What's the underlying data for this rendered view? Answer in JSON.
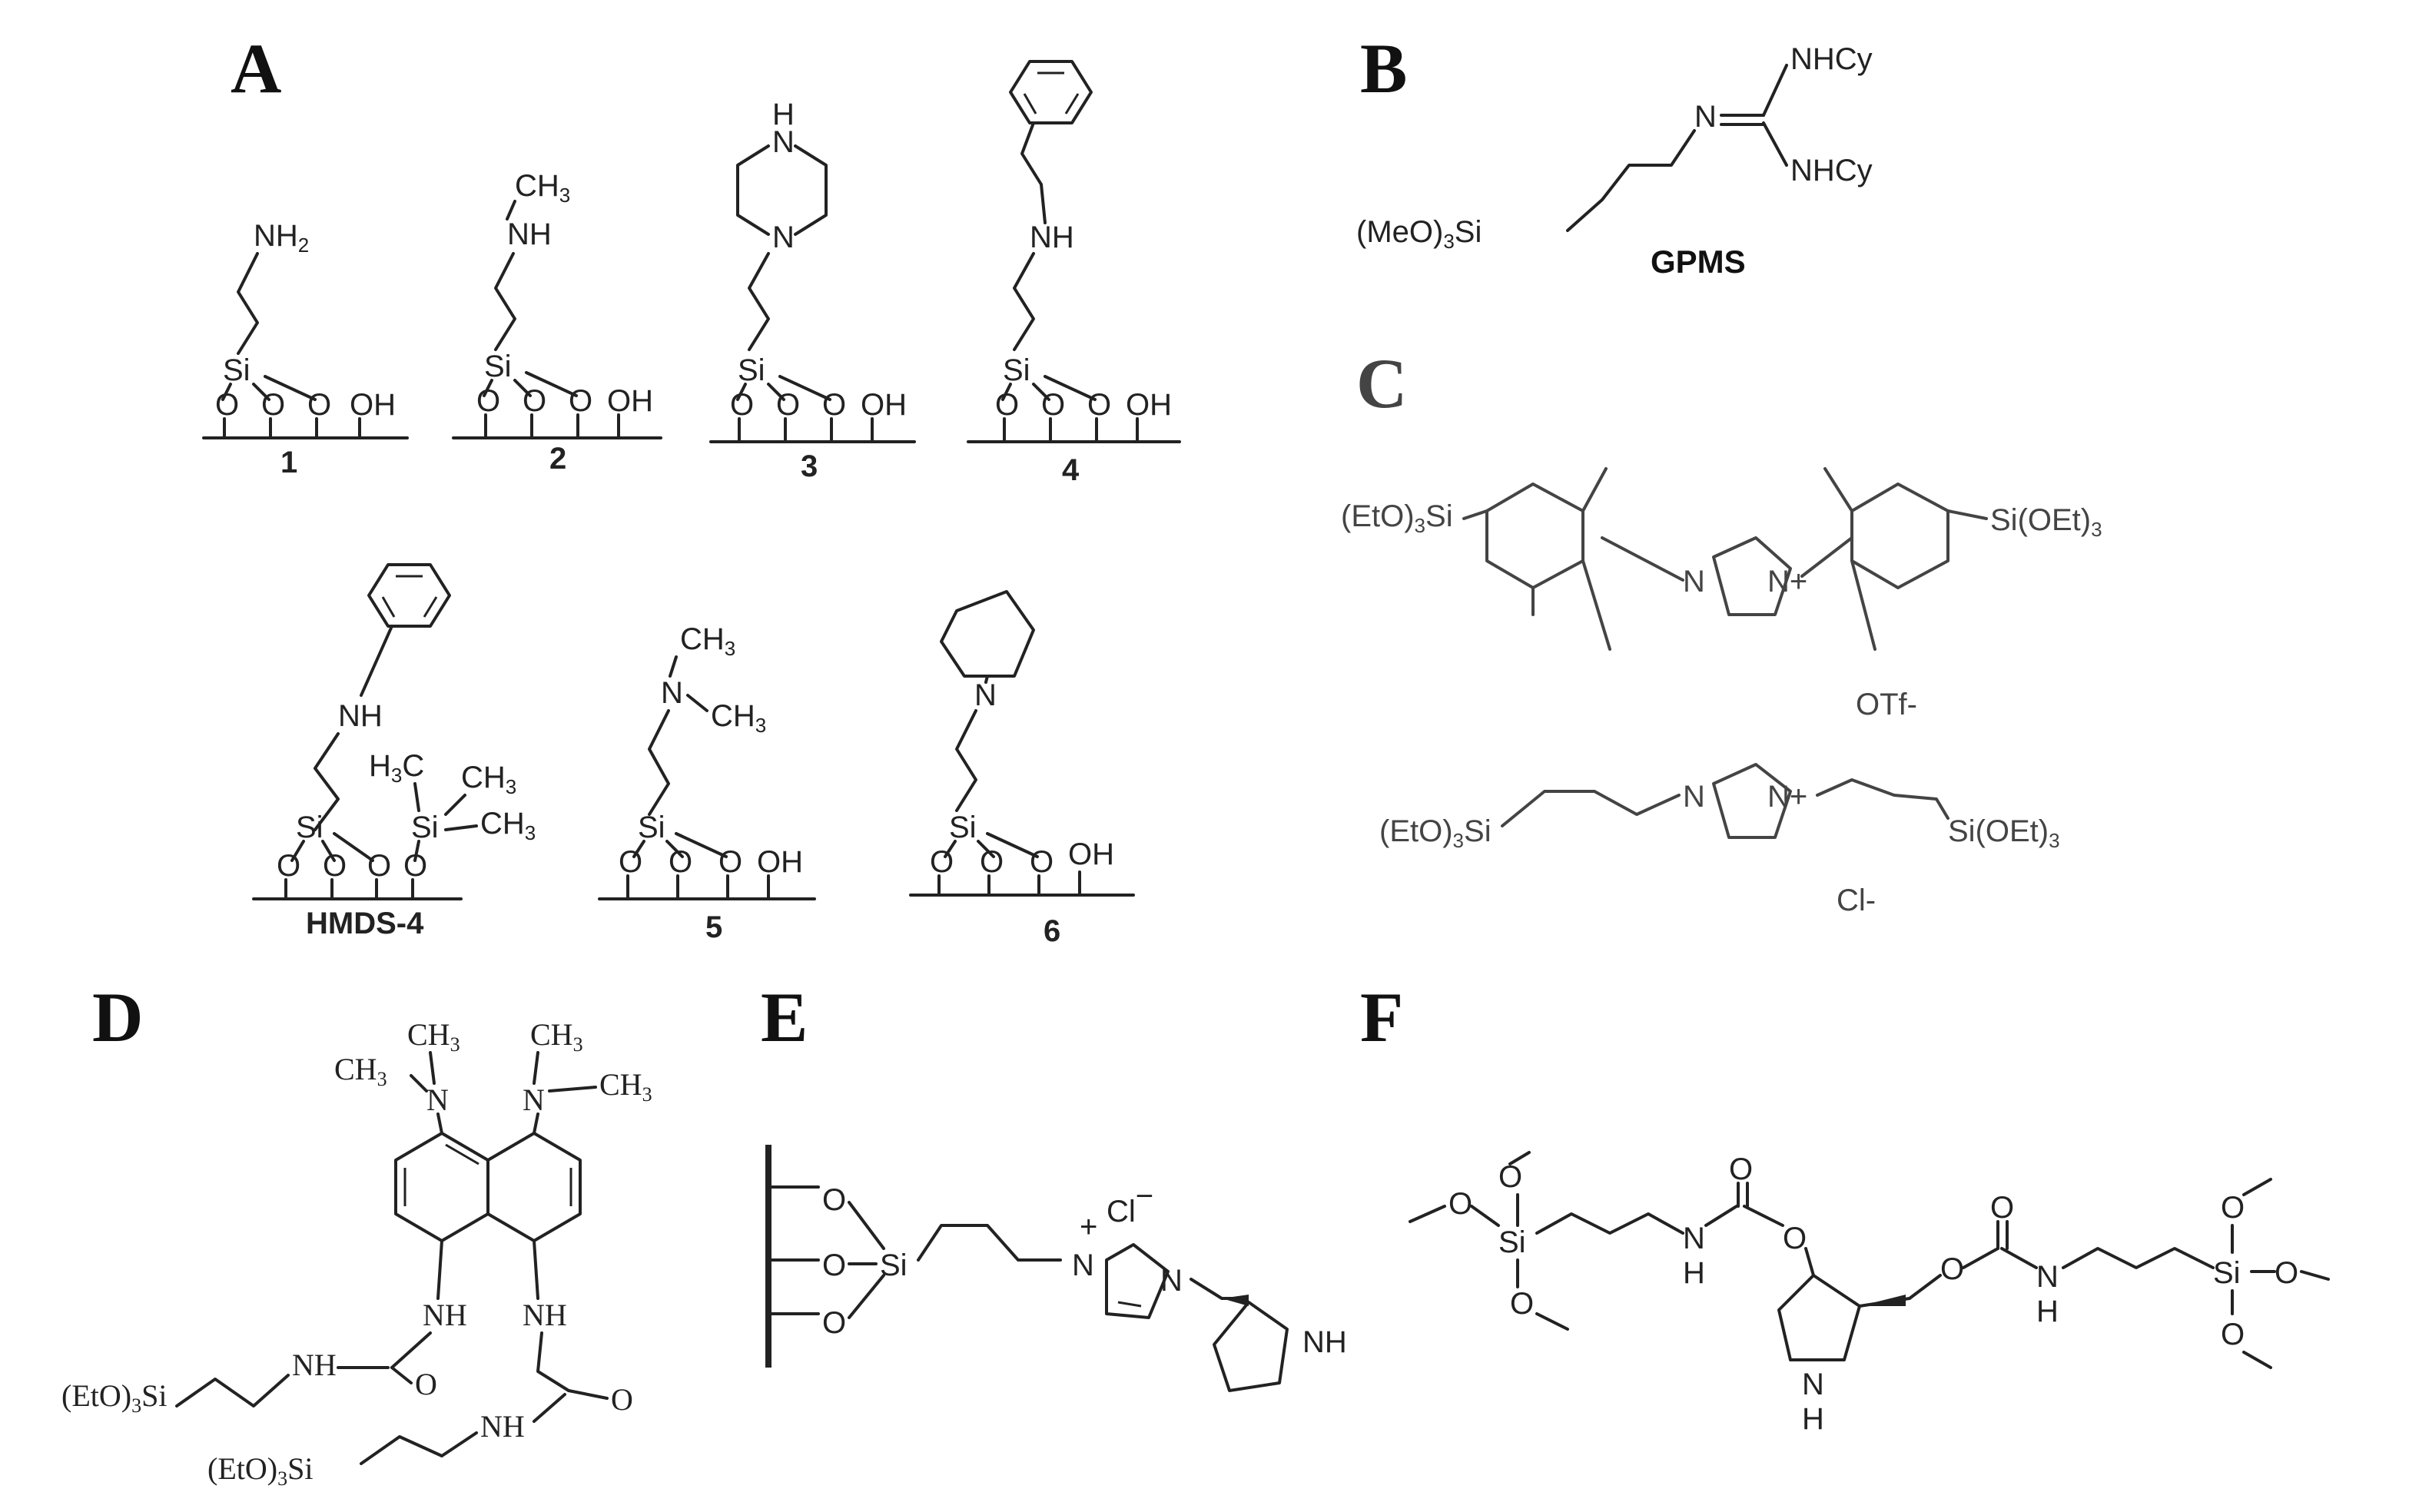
{
  "panels": {
    "A": {
      "label": "A",
      "compound_labels": [
        "1",
        "2",
        "3",
        "4",
        "HMDS-4",
        "5",
        "6"
      ],
      "groups": {
        "nh2": "NH",
        "nh2_sub": "2",
        "ch3": "CH",
        "ch3_sub": "3",
        "nh": "NH",
        "h": "H",
        "n": "N",
        "si": "Si",
        "o": "O",
        "oh": "OH",
        "h3c": "H",
        "h3c_sub": "3",
        "h3c_c": "C"
      }
    },
    "B": {
      "label": "B",
      "name": "GPMS",
      "meo": "(MeO)",
      "meo_sub": "3",
      "si": "Si",
      "n": "N",
      "nhcy": "NHCy"
    },
    "C": {
      "label": "C",
      "eto": "(EtO)",
      "eto_sub": "3",
      "si": "Si",
      "si_oet": "Si(OEt)",
      "sub3": "3",
      "n": "N",
      "n_plus": "N+",
      "otf": "OTf-",
      "cl": "Cl-"
    },
    "D": {
      "label": "D",
      "ch3": "CH",
      "sub3": "3",
      "n": "N",
      "nh": "NH",
      "o": "O",
      "eto": "(EtO)",
      "si": "Si"
    },
    "E": {
      "label": "E",
      "o": "O",
      "si": "Si",
      "n": "N",
      "plus": "+",
      "cl": "Cl",
      "minus": "−",
      "nh": "NH"
    },
    "F": {
      "label": "F",
      "o": "O",
      "si": "Si",
      "n": "N",
      "h": "H"
    }
  }
}
